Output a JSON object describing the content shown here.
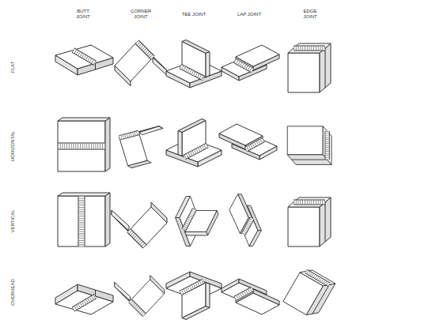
{
  "diagram": {
    "labels": [
      "BUTT JOINT",
      "CORNER JOINT",
      "TEE JOINT",
      "LAP JOINT",
      "EDGE JOINT",
      "FLAT",
      "HORIZONTAL",
      "VERTICAL",
      "OVERHEAD"
    ]
  }
}
